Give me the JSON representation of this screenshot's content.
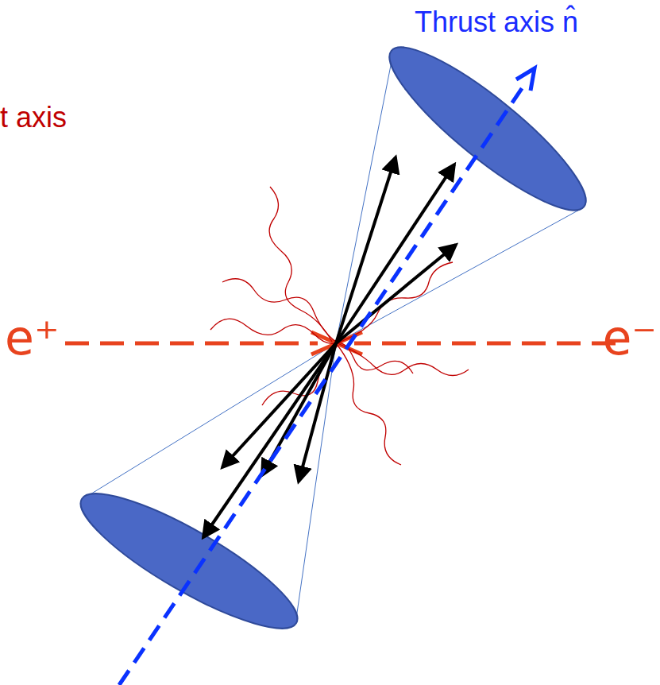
{
  "diagram": {
    "labels": [
      "Thrust axis n̂",
      "t axis",
      "e⁺",
      "e⁻"
    ]
  }
}
